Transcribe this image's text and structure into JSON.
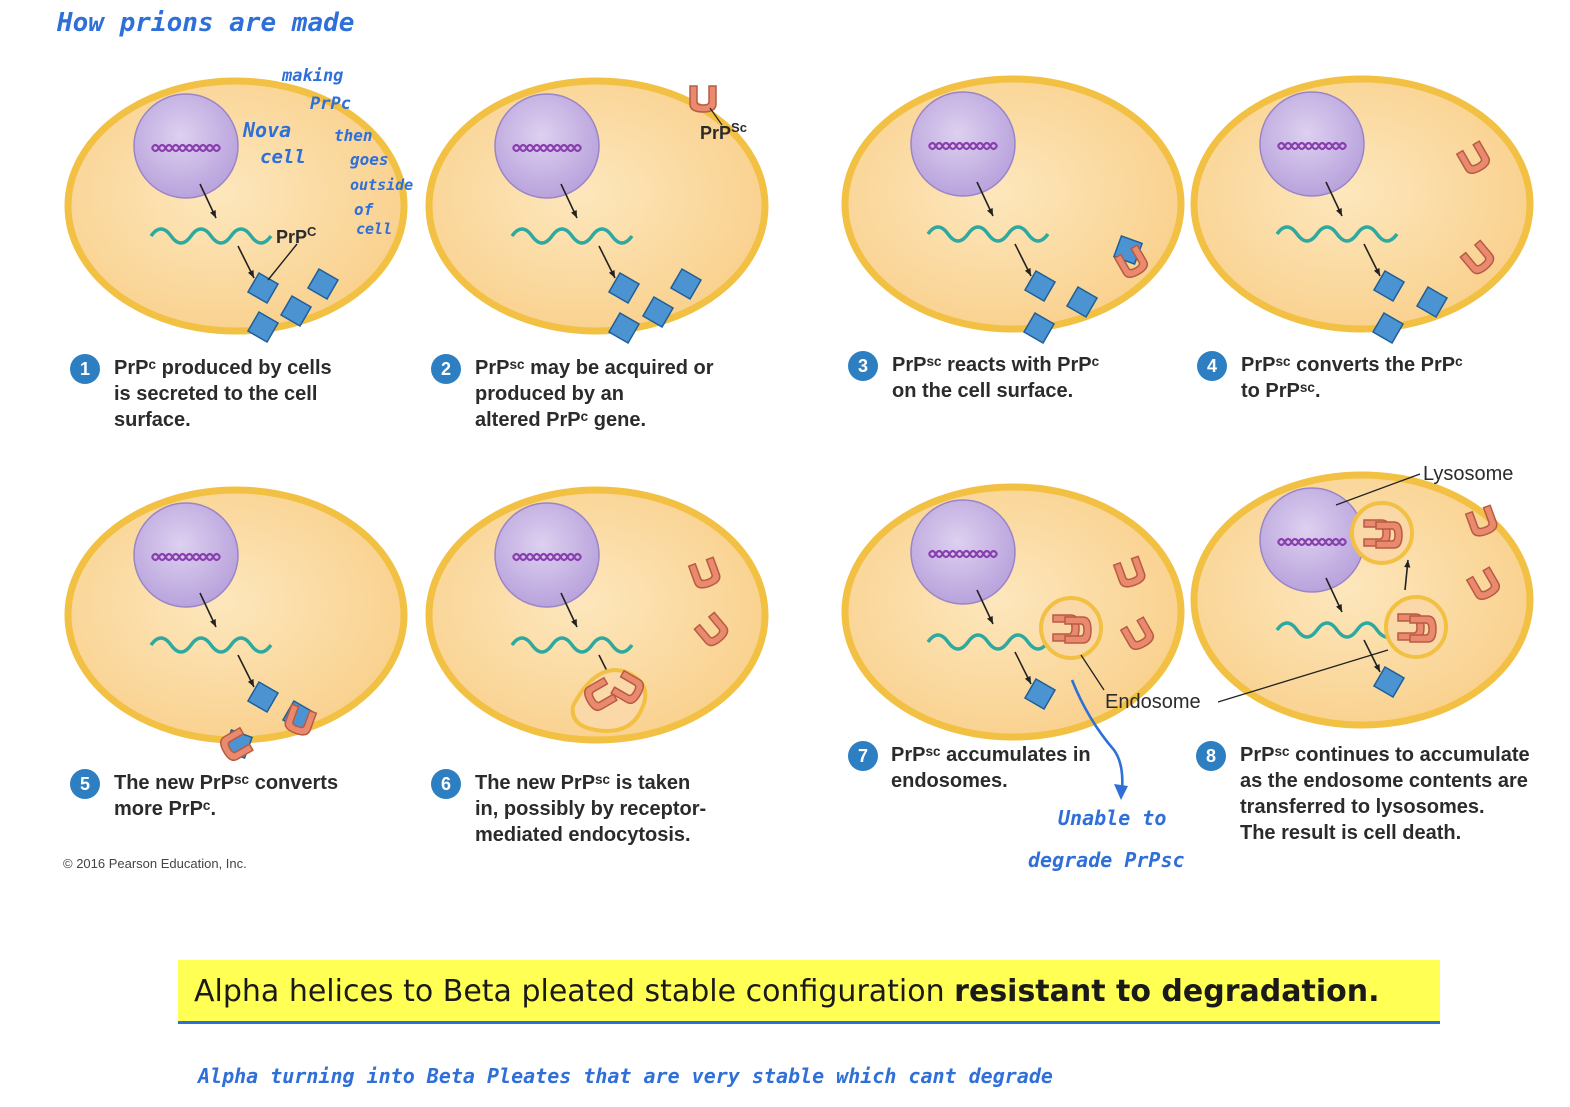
{
  "handwriting": {
    "title": "How prions are made",
    "note_making": "making",
    "note_prpc": "PrPc",
    "note_nova": "Nova",
    "note_cell": "cell",
    "note_then": "then",
    "note_goes": "goes",
    "note_outside": "outside",
    "note_of": "of",
    "note_cell2": "cell",
    "note_unable": "Unable to",
    "note_degrade": "degrade PrPsc",
    "bottom_note": "Alpha turning into Beta Pleates that are very stable which cant degrade"
  },
  "labels": {
    "prpc_main": "PrP",
    "prpc_sup": "C",
    "prpsc_main": "PrP",
    "prpsc_sup": "Sc",
    "lysosome": "Lysosome",
    "endosome": "Endosome"
  },
  "steps": [
    {
      "number": "1",
      "line1": "PrPᶜ produced by cells",
      "line2": "is secreted to the cell",
      "line3": "surface."
    },
    {
      "number": "2",
      "line1": "PrPˢᶜ may be acquired or",
      "line2": "produced by an",
      "line3": "altered PrPᶜ gene."
    },
    {
      "number": "3",
      "line1": "PrPˢᶜ reacts with PrPᶜ",
      "line2": "on the cell surface.",
      "line3": ""
    },
    {
      "number": "4",
      "line1": "PrPˢᶜ converts the PrPᶜ",
      "line2": "to PrPˢᶜ.",
      "line3": ""
    },
    {
      "number": "5",
      "line1": "The new PrPˢᶜ converts",
      "line2": "more PrPᶜ.",
      "line3": ""
    },
    {
      "number": "6",
      "line1": "The new PrPˢᶜ is taken",
      "line2": "in, possibly by receptor-",
      "line3": "mediated endocytosis."
    },
    {
      "number": "7",
      "line1": "PrPˢᶜ accumulates in",
      "line2": "endosomes.",
      "line3": ""
    },
    {
      "number": "8",
      "line1": "PrPˢᶜ continues to accumulate",
      "line2": "as the endosome contents are",
      "line3": "transferred to lysosomes.",
      "line4": "The result is cell death."
    }
  ],
  "copyright": "© 2016 Pearson Education, Inc.",
  "banner": {
    "text": "Alpha helices to Beta pleated stable configuration ",
    "bold": "resistant to degradation."
  },
  "colors": {
    "cell_fill": "#fbd79a",
    "cell_rim": "#f2c043",
    "nucleus": "#c6b3e4",
    "dna": "#8a3fae",
    "mrna": "#2ea9a0",
    "prpc": "#4b93d1",
    "prpsc": "#e98a6f",
    "highlight": "#ffff54",
    "ink": "#2f6fd8"
  }
}
